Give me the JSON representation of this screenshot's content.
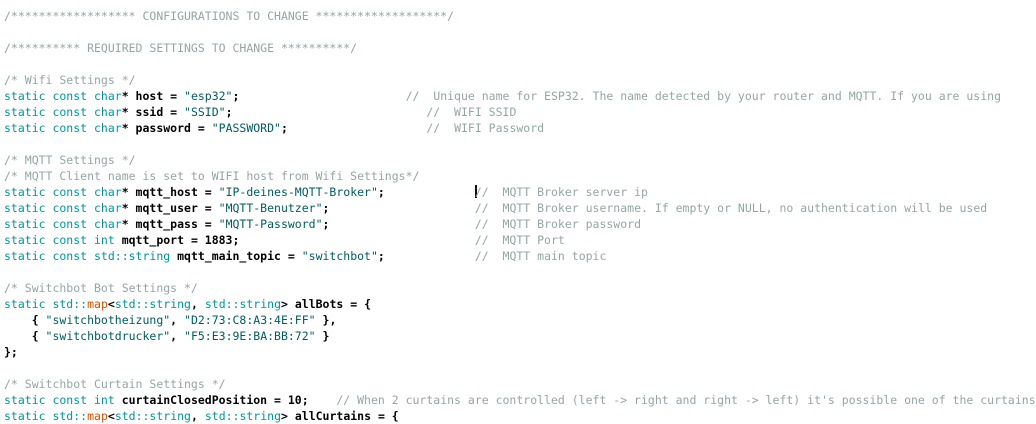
{
  "app": {
    "name": "arduino-sketch-editor",
    "background": "#ffffff"
  },
  "syntax_colors": {
    "plain": "#000000",
    "keyword": "#00979C",
    "type": "#D35400",
    "string": "#005C5F",
    "comment": "#95A5A6"
  },
  "cursor": {
    "visible": true,
    "line": 12,
    "location": "before inline comment on mqtt_host line"
  },
  "code": {
    "lines": [
      {
        "segments": [
          {
            "style": "c",
            "text": "/****************** CONFIGURATIONS TO CHANGE *******************/"
          }
        ]
      },
      {
        "segments": []
      },
      {
        "segments": [
          {
            "style": "c",
            "text": "/********** REQUIRED SETTINGS TO CHANGE **********/"
          }
        ]
      },
      {
        "segments": []
      },
      {
        "segments": [
          {
            "style": "c",
            "text": "/* Wifi Settings */"
          }
        ]
      },
      {
        "segments": [
          {
            "style": "k",
            "text": "static const char"
          },
          {
            "style": "p",
            "text": "* host = "
          },
          {
            "style": "s",
            "text": "\"esp32\""
          },
          {
            "style": "p",
            "text": ";                        "
          },
          {
            "style": "c",
            "text": "//  Unique name for ESP32. The name detected by your router and MQTT. If you are using"
          }
        ]
      },
      {
        "segments": [
          {
            "style": "k",
            "text": "static const char"
          },
          {
            "style": "p",
            "text": "* ssid = "
          },
          {
            "style": "s",
            "text": "\"SSID\""
          },
          {
            "style": "p",
            "text": ";                            "
          },
          {
            "style": "c",
            "text": "//  WIFI SSID"
          }
        ]
      },
      {
        "segments": [
          {
            "style": "k",
            "text": "static const char"
          },
          {
            "style": "p",
            "text": "* password = "
          },
          {
            "style": "s",
            "text": "\"PASSWORD\""
          },
          {
            "style": "p",
            "text": ";                    "
          },
          {
            "style": "c",
            "text": "//  WIFI Password"
          }
        ]
      },
      {
        "segments": []
      },
      {
        "segments": [
          {
            "style": "c",
            "text": "/* MQTT Settings */"
          }
        ]
      },
      {
        "segments": [
          {
            "style": "c",
            "text": "/* MQTT Client name is set to WIFI host from Wifi Settings*/"
          }
        ]
      },
      {
        "segments": [
          {
            "style": "k",
            "text": "static const char"
          },
          {
            "style": "p",
            "text": "* mqtt_host = "
          },
          {
            "style": "s",
            "text": "\"IP-deines-MQTT-Broker\""
          },
          {
            "style": "p",
            "text": ";             "
          },
          {
            "style": "c",
            "text": "//  MQTT Broker server ip",
            "caret_before": true
          }
        ]
      },
      {
        "segments": [
          {
            "style": "k",
            "text": "static const char"
          },
          {
            "style": "p",
            "text": "* mqtt_user = "
          },
          {
            "style": "s",
            "text": "\"MQTT-Benutzer\""
          },
          {
            "style": "p",
            "text": ";                     "
          },
          {
            "style": "c",
            "text": "//  MQTT Broker username. If empty or NULL, no authentication will be used"
          }
        ]
      },
      {
        "segments": [
          {
            "style": "k",
            "text": "static const char"
          },
          {
            "style": "p",
            "text": "* mqtt_pass = "
          },
          {
            "style": "s",
            "text": "\"MQTT-Password\""
          },
          {
            "style": "p",
            "text": ";                     "
          },
          {
            "style": "c",
            "text": "//  MQTT Broker password"
          }
        ]
      },
      {
        "segments": [
          {
            "style": "k",
            "text": "static const int"
          },
          {
            "style": "p",
            "text": " mqtt_port = 1883;                                  "
          },
          {
            "style": "c",
            "text": "//  MQTT Port"
          }
        ]
      },
      {
        "segments": [
          {
            "style": "k",
            "text": "static const std::string"
          },
          {
            "style": "p",
            "text": " mqtt_main_topic = "
          },
          {
            "style": "s",
            "text": "\"switchbot\""
          },
          {
            "style": "p",
            "text": ";             "
          },
          {
            "style": "c",
            "text": "//  MQTT main topic"
          }
        ]
      },
      {
        "segments": []
      },
      {
        "segments": [
          {
            "style": "c",
            "text": "/* Switchbot Bot Settings */"
          }
        ]
      },
      {
        "segments": [
          {
            "style": "k",
            "text": "static std::"
          },
          {
            "style": "t",
            "text": "map"
          },
          {
            "style": "p",
            "text": "<"
          },
          {
            "style": "k",
            "text": "std::string"
          },
          {
            "style": "p",
            "text": ", "
          },
          {
            "style": "k",
            "text": "std::string"
          },
          {
            "style": "p",
            "text": "> allBots = {"
          }
        ]
      },
      {
        "segments": [
          {
            "style": "p",
            "text": "    { "
          },
          {
            "style": "s",
            "text": "\"switchbotheizung\""
          },
          {
            "style": "p",
            "text": ", "
          },
          {
            "style": "s",
            "text": "\"D2:73:C8:A3:4E:FF\""
          },
          {
            "style": "p",
            "text": " },"
          }
        ]
      },
      {
        "segments": [
          {
            "style": "p",
            "text": "    { "
          },
          {
            "style": "s",
            "text": "\"switchbotdrucker\""
          },
          {
            "style": "p",
            "text": ", "
          },
          {
            "style": "s",
            "text": "\"F5:E3:9E:BA:BB:72\""
          },
          {
            "style": "p",
            "text": " }"
          }
        ]
      },
      {
        "segments": [
          {
            "style": "p",
            "text": "};"
          }
        ]
      },
      {
        "segments": []
      },
      {
        "segments": [
          {
            "style": "c",
            "text": "/* Switchbot Curtain Settings */"
          }
        ]
      },
      {
        "segments": [
          {
            "style": "k",
            "text": "static const int"
          },
          {
            "style": "p",
            "text": " curtainClosedPosition = 10;    "
          },
          {
            "style": "c",
            "text": "// When 2 curtains are controlled (left -> right and right -> left) it's possible one of the curtains"
          }
        ]
      },
      {
        "segments": [
          {
            "style": "k",
            "text": "static std::"
          },
          {
            "style": "t",
            "text": "map"
          },
          {
            "style": "p",
            "text": "<"
          },
          {
            "style": "k",
            "text": "std::string"
          },
          {
            "style": "p",
            "text": ", "
          },
          {
            "style": "k",
            "text": "std::string"
          },
          {
            "style": "p",
            "text": "> allCurtains = {"
          }
        ]
      }
    ]
  }
}
